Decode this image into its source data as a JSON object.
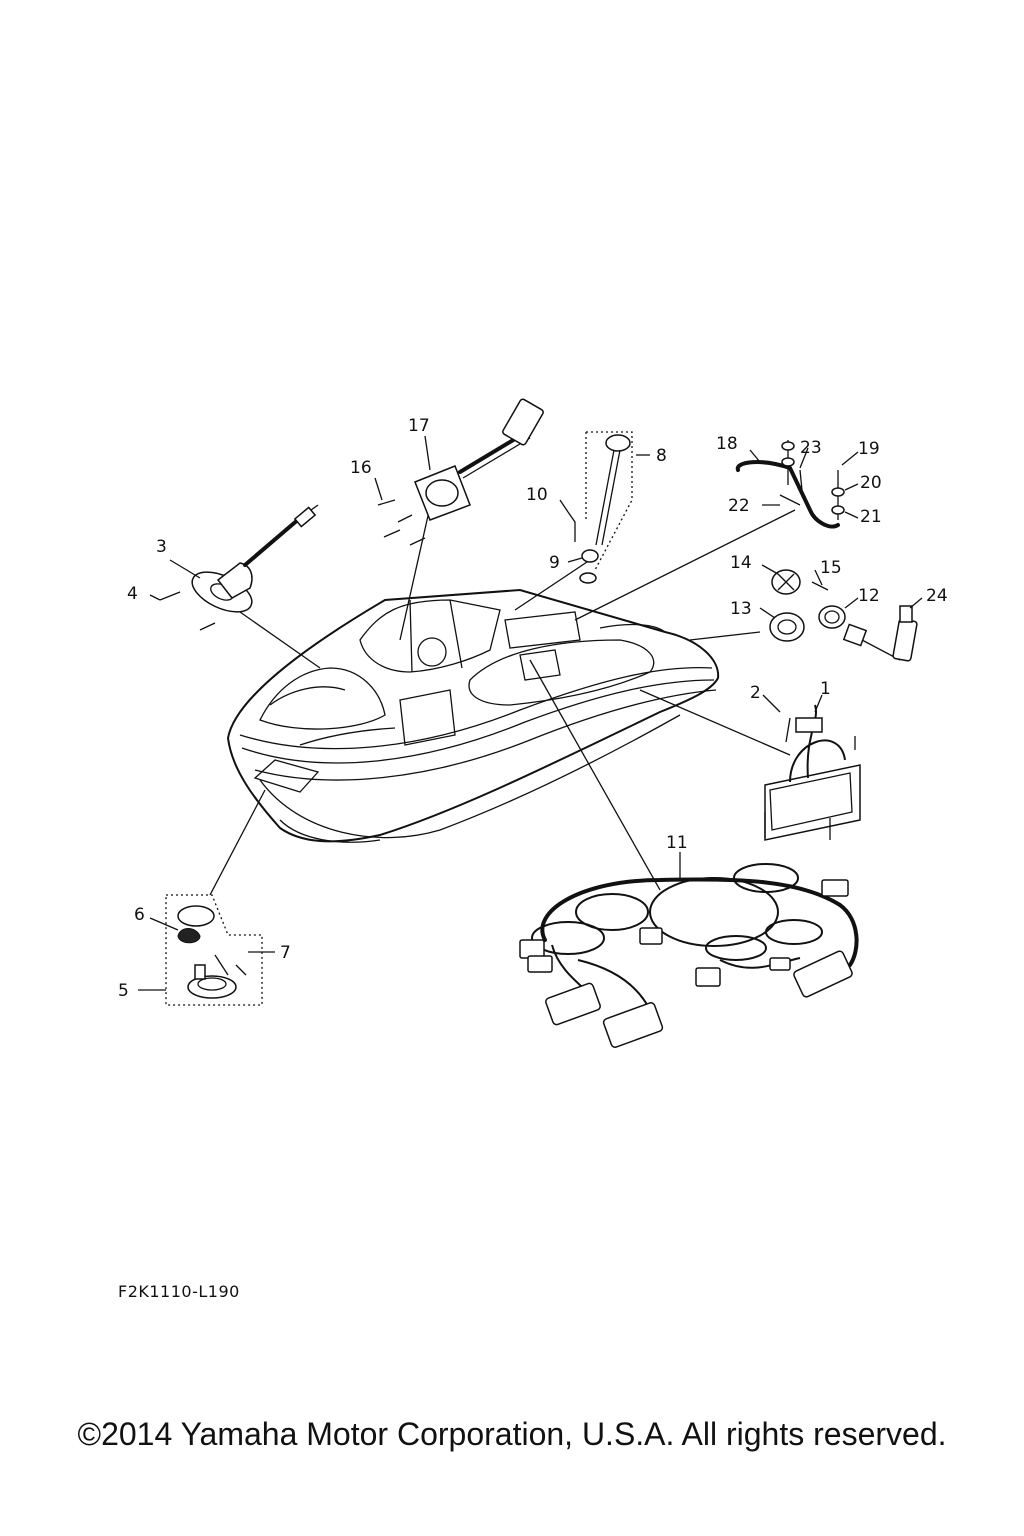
{
  "diagram": {
    "callouts": [
      {
        "id": "1",
        "label": "1"
      },
      {
        "id": "2",
        "label": "2"
      },
      {
        "id": "3",
        "label": "3"
      },
      {
        "id": "4",
        "label": "4"
      },
      {
        "id": "5",
        "label": "5"
      },
      {
        "id": "6",
        "label": "6"
      },
      {
        "id": "7",
        "label": "7"
      },
      {
        "id": "8",
        "label": "8"
      },
      {
        "id": "9",
        "label": "9"
      },
      {
        "id": "10",
        "label": "10"
      },
      {
        "id": "11",
        "label": "11"
      },
      {
        "id": "12",
        "label": "12"
      },
      {
        "id": "13",
        "label": "13"
      },
      {
        "id": "14",
        "label": "14"
      },
      {
        "id": "15",
        "label": "15"
      },
      {
        "id": "16",
        "label": "16"
      },
      {
        "id": "17",
        "label": "17"
      },
      {
        "id": "18",
        "label": "18"
      },
      {
        "id": "19",
        "label": "19"
      },
      {
        "id": "20",
        "label": "20"
      },
      {
        "id": "21",
        "label": "21"
      },
      {
        "id": "22",
        "label": "22"
      },
      {
        "id": "23",
        "label": "23"
      },
      {
        "id": "24",
        "label": "24"
      }
    ],
    "part_code": "F2K1110-L190"
  },
  "footer": {
    "copyright": "©2014 Yamaha Motor Corporation, U.S.A. All rights reserved."
  }
}
